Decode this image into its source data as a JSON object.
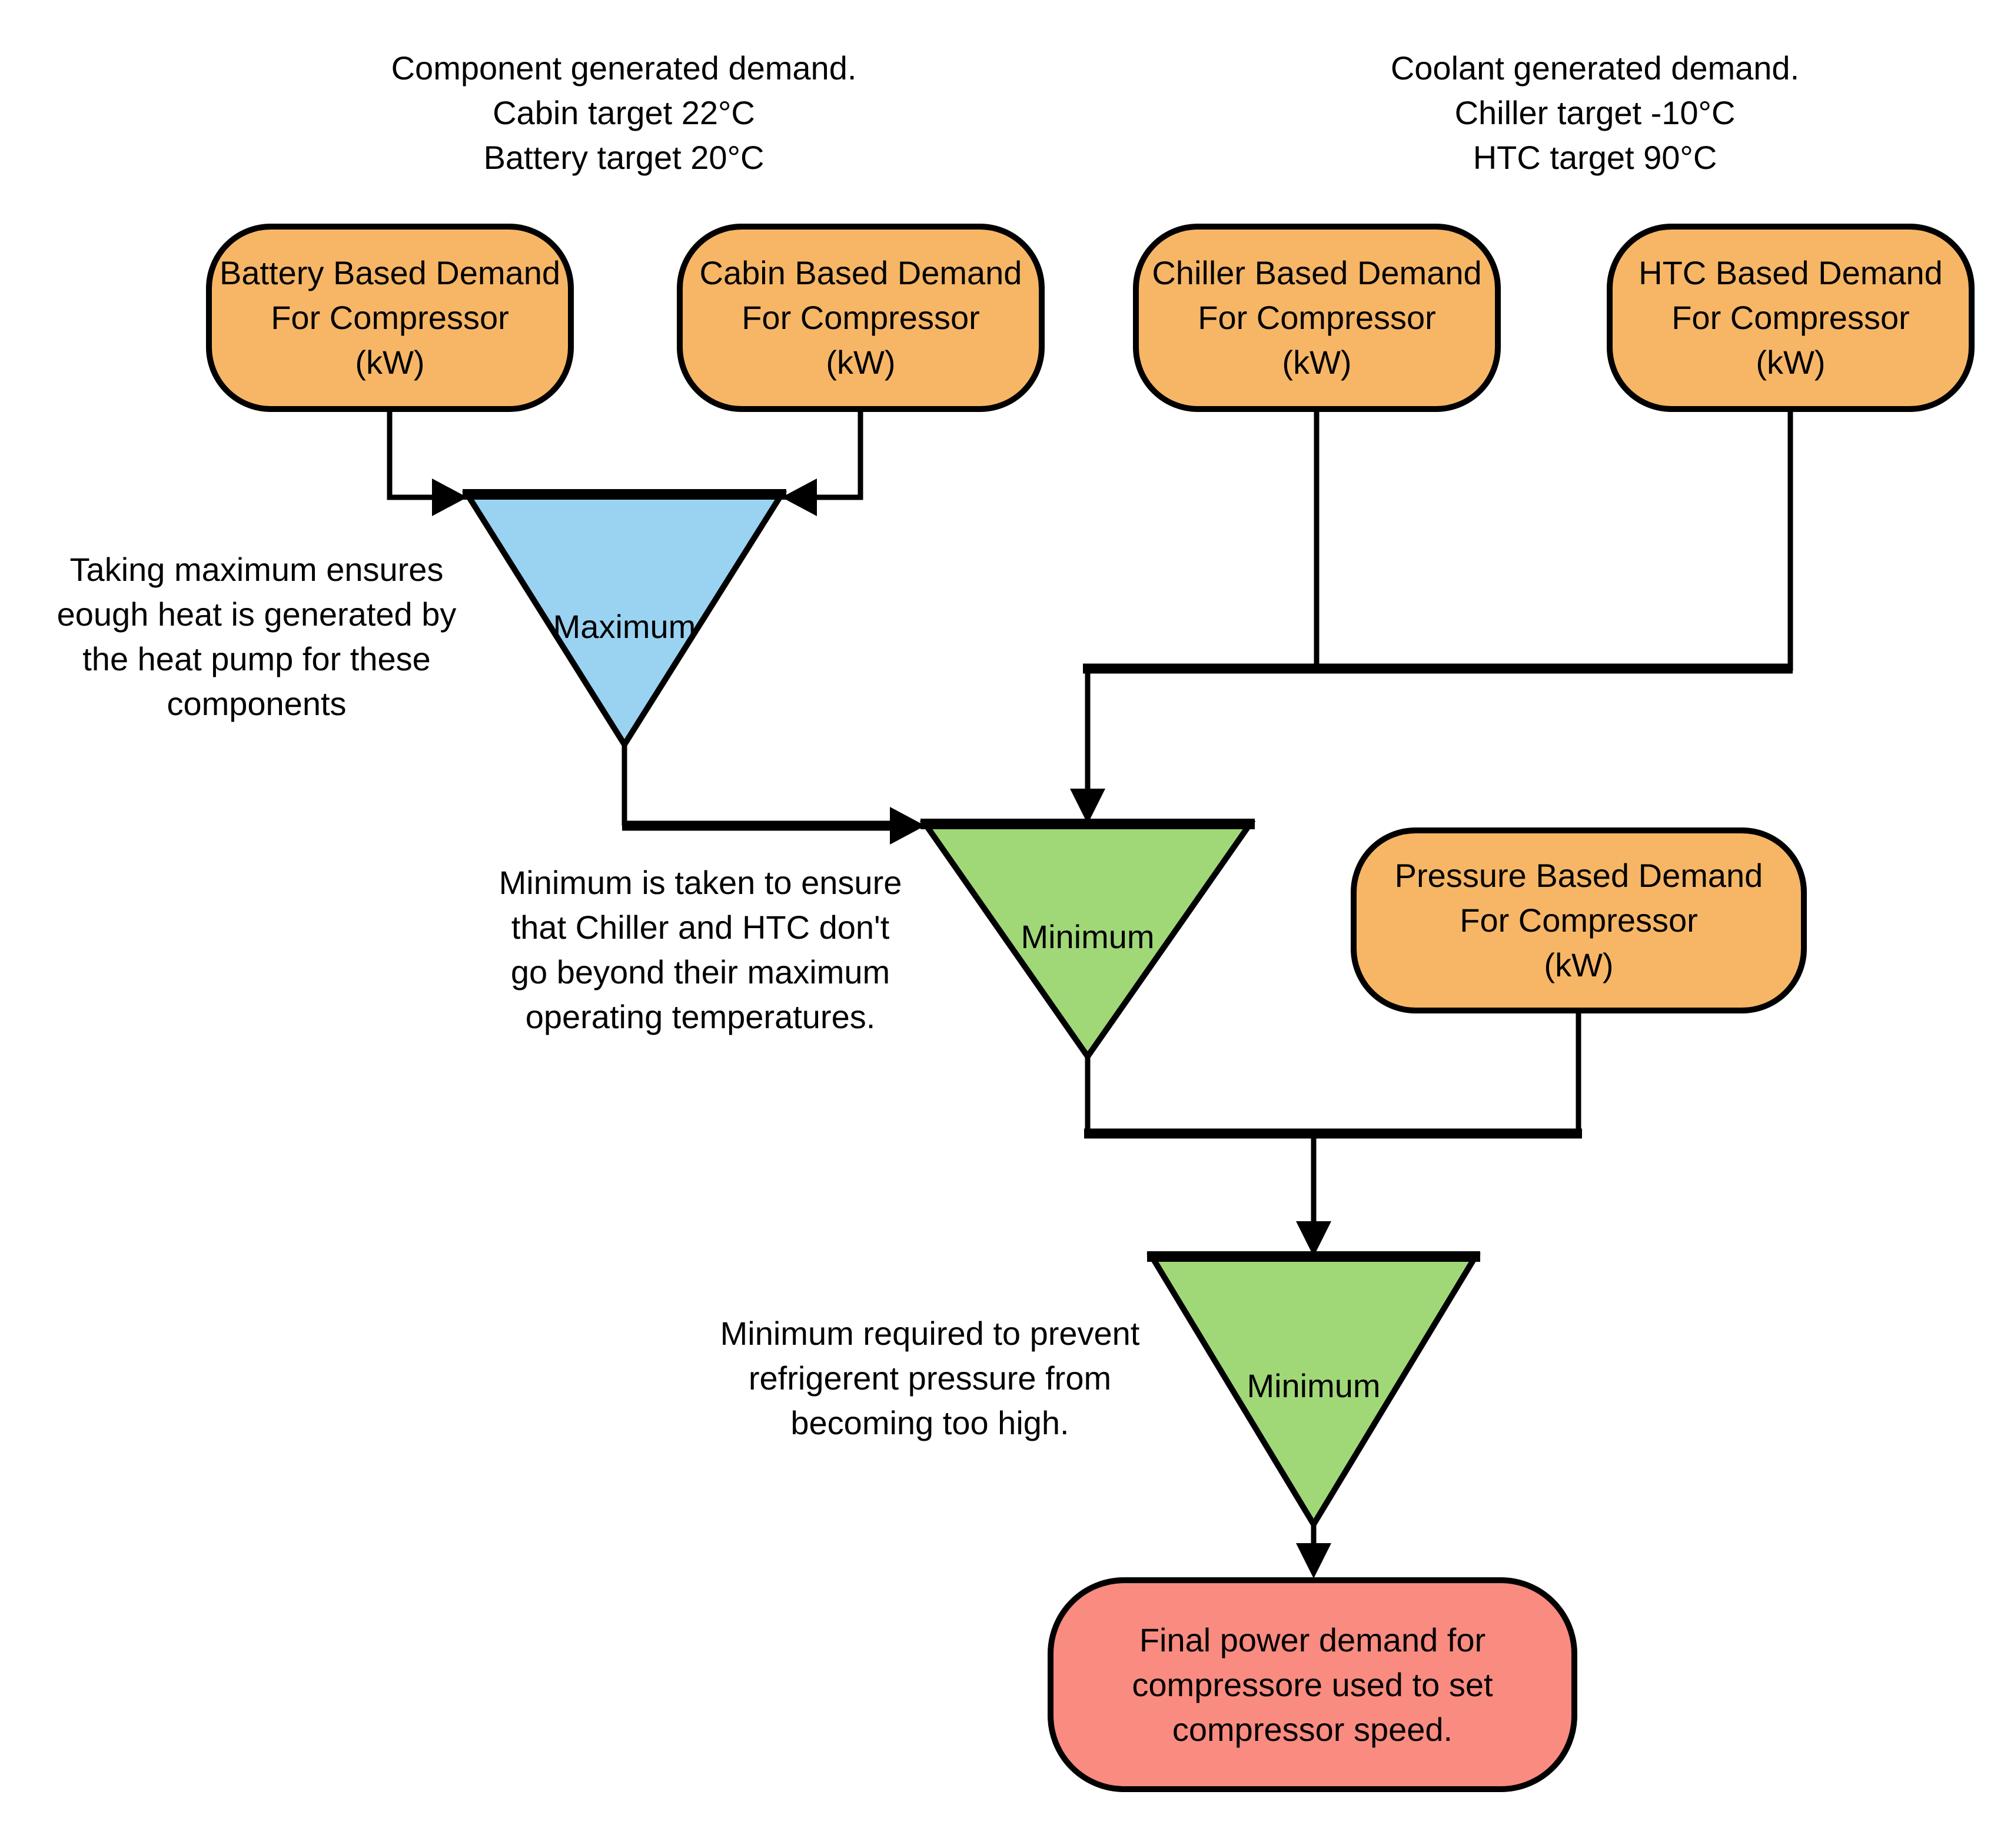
{
  "colors": {
    "orange": "#F6B666",
    "blue": "#9AD2F2",
    "green": "#A0D878",
    "red": "#F98B80",
    "line": "#000000"
  },
  "annotations": {
    "component_note": "Component generated demand.\nCabin target 22°C\nBattery target 20°C",
    "coolant_note": "Coolant generated demand.\nChiller target -10°C\nHTC target 90°C",
    "maximum_note": "Taking maximum ensures\neough heat is generated by\nthe heat pump for these\ncomponents",
    "minimum1_note": "Minimum is taken to ensure\nthat Chiller and HTC don't\ngo beyond their maximum\noperating temperatures.",
    "minimum2_note": "Minimum required to prevent\nrefrigerent pressure from\nbecoming too high."
  },
  "nodes": {
    "battery": {
      "label": "Battery Based Demand\nFor Compressor\n(kW)"
    },
    "cabin": {
      "label": "Cabin Based Demand\nFor Compressor\n(kW)"
    },
    "chiller": {
      "label": "Chiller Based Demand\nFor Compressor\n(kW)"
    },
    "htc": {
      "label": "HTC Based Demand\nFor Compressor\n(kW)"
    },
    "pressure": {
      "label": "Pressure Based Demand\nFor Compressor\n(kW)"
    },
    "final": {
      "label": "Final power demand for\ncompressore used to set\ncompressor speed."
    }
  },
  "operators": {
    "maximum": {
      "label": "Maximum"
    },
    "minimum1": {
      "label": "Minimum"
    },
    "minimum2": {
      "label": "Minimum"
    }
  }
}
